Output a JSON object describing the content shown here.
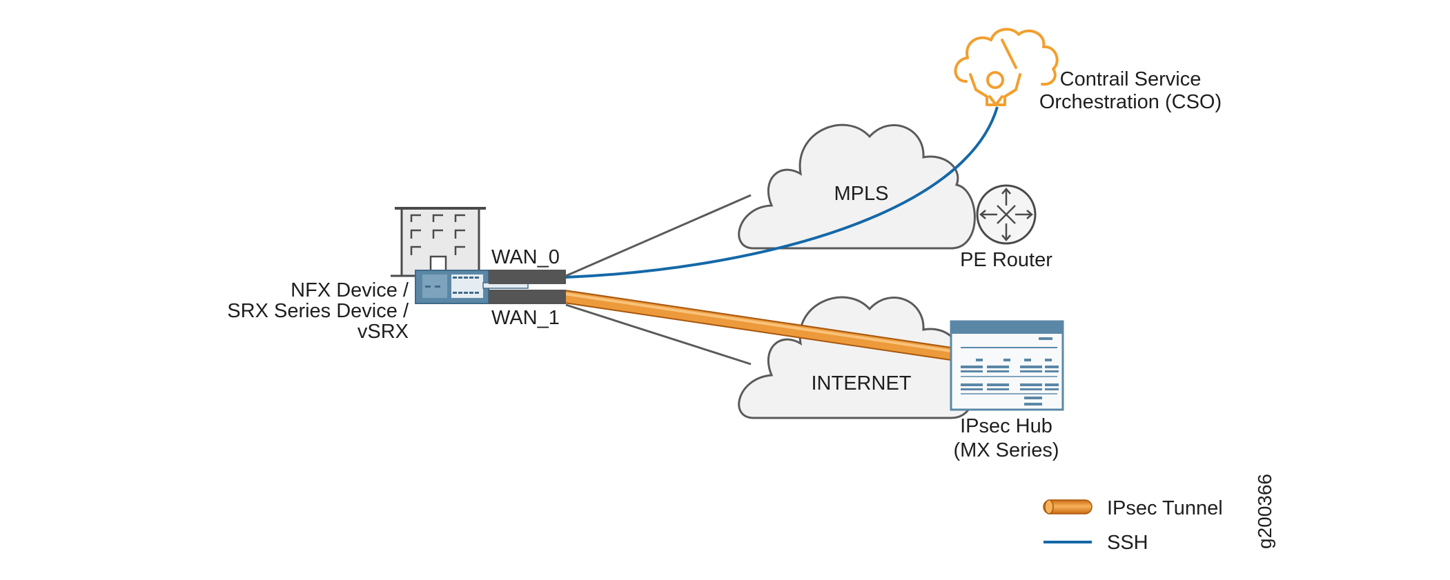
{
  "labels": {
    "cso_line1": "Contrail Service",
    "cso_line2": "Orchestration (CSO)",
    "mpls": "MPLS",
    "internet": "INTERNET",
    "pe_router": "PE Router",
    "ipsec_hub_line1": "IPsec Hub",
    "ipsec_hub_line2": "(MX Series)",
    "wan0": "WAN_0",
    "wan1": "WAN_1",
    "device_line1": "NFX Device /",
    "device_line2": "SRX Series Device /",
    "device_line3": "vSRX",
    "figure_id": "g200366"
  },
  "legend": {
    "items": [
      {
        "label": "IPsec Tunnel",
        "icon": "tube-icon",
        "color": "#e8922a"
      },
      {
        "label": "SSH",
        "icon": "line-icon",
        "color": "#1468a8"
      }
    ]
  },
  "colors": {
    "cso_orange": "#f29f2e",
    "ssh_blue": "#1468a8",
    "tunnel_orange": "#e8922a",
    "device_blue": "#5b87a6",
    "port_dark": "#555555",
    "cloud_fill": "#f2f2f2",
    "cloud_stroke": "#5a5a5a"
  }
}
